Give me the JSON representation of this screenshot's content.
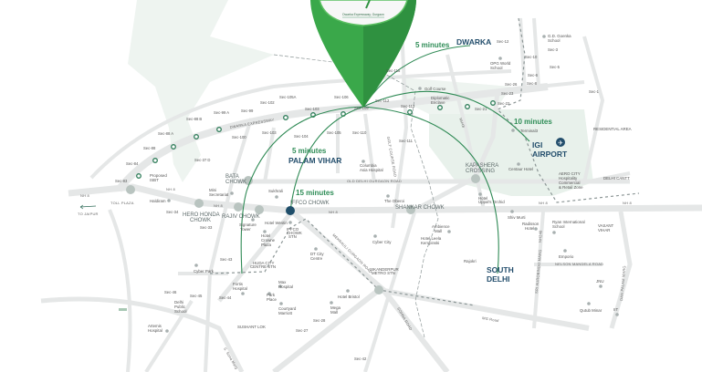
{
  "pin": {
    "caption": "Dwarka Expressway, Gurgaon"
  },
  "destinations": {
    "dwarka": {
      "time": "5 minutes",
      "name": "DWARKA"
    },
    "airport": {
      "time": "10 minutes",
      "name_line1": "IGI",
      "name_line2": "AIRPORT"
    },
    "palam_vihar": {
      "time": "5 minutes",
      "name": "PALAM VIHAR"
    },
    "iffco": {
      "time": "15 minutes",
      "name": "IFFCO CHOWK"
    },
    "south_delhi": {
      "name_line1": "SOUTH",
      "name_line2": "DELHI"
    }
  },
  "roads": {
    "dwarka_expressway": "DWARKA EXPRESSWAY",
    "nh8_a": "NH 8",
    "nh8_b": "NH 8",
    "nh8_c": "NH 8",
    "nh8_d": "NH 8",
    "nh8_e": "NH 8",
    "nh8_f": "NH 8",
    "old_delhi_gurgaon": "OLD DELHI GURGAON ROAD",
    "mg_road": "MG Road",
    "nelson_mandela": "NELSON MANDELA ROAD",
    "mehrauli_gurgaon": "MEHRAULI GURGAON ROAD",
    "golf_course": "GOLF COURSE ROAD",
    "sohna": "SOHNA ROAD",
    "nh48": "NH48",
    "nh248": "NH248",
    "aurobindo": "SRI AUROBINDO MARG",
    "palam_marg": "DAN PALAM MARG",
    "s_sona": "S. Sona Marg",
    "to_jaipur": "TO JAIPUR",
    "toll_plaza": "TOLL PLAZA"
  },
  "chowks": {
    "bata": [
      "BATA",
      "CHOWK"
    ],
    "hero_honda": [
      "HERO HONDA",
      "CHOWK"
    ],
    "rajiv": "RAJIV CHOWK",
    "shankar": "SHANKAR CHOWK",
    "kapashera": [
      "KAPASHERA",
      "CROSSING"
    ]
  },
  "sectors": [
    "Sec-12",
    "Sec-3",
    "Sec-10",
    "Sec-5",
    "Sec-6",
    "Sec-26",
    "Sec-8",
    "Sec-23",
    "Sec-22",
    "Sec-21",
    "Sec-1",
    "Sec-105A",
    "Sec-102",
    "Sec-99",
    "Sec-99 A",
    "Sec-88 B",
    "Sec-88 A",
    "Sec-88",
    "Sec-84",
    "Sec-83",
    "Sec-37 D",
    "Sec-100",
    "Sec-103",
    "Sec-106",
    "Sec-103",
    "Sec-109",
    "Sec-112",
    "Sec-113",
    "Sec-115",
    "Sec-104",
    "Sec-105",
    "Sec-110",
    "Sec-111",
    "Sec-34",
    "Sec-33",
    "Sec-43",
    "Sec-44",
    "Sec-45",
    "Sec-46",
    "Sec-28",
    "Sec-27",
    "Sec-42"
  ],
  "places": [
    "Proposed",
    "ISBT",
    "Haldiram",
    "Mini",
    "Secretariat",
    "Sukhrali",
    "Hotel Westin",
    "IFFCO",
    "CHOWK",
    "STN",
    "Hotel",
    "Crowne",
    "Plaza",
    "Signature",
    "Tower",
    "HUDA CITY",
    "CENTRE STN",
    "DT City",
    "Centre",
    "Cyber City",
    "The Oberoi",
    "Columbia",
    "Asia Hospital",
    "Golf Course",
    "Diplomatic",
    "Enclave",
    "OPG World",
    "School",
    "G.D. Goenka",
    "School",
    "Terminal3",
    "Centaur Hotel",
    "Hotel",
    "Uppal's Orchid",
    "Ambience",
    "Mall",
    "Hotel Leela",
    "Kempinski",
    "Rajokri",
    "Shiv Murti",
    "Radisson",
    "Hotel",
    "Ryan International",
    "School",
    "Emporio",
    "JNU",
    "Qutub Minar",
    "IIT",
    "VASANT",
    "VIHAR",
    "Cyber Park",
    "Fortis",
    "Hospital",
    "Max",
    "Hospital",
    "Park",
    "Place",
    "Courtyard",
    "Marriott",
    "Hotel Bristol",
    "Mega",
    "Mall",
    "SIKANDERPUR",
    "METRO STN",
    "Delhi",
    "Public",
    "School",
    "Artemis",
    "Hospital",
    "SUSHANT LOK",
    "RESIDENTIAL AREA",
    "DELHI CANTT",
    "AERO CITY",
    "Hospitality",
    "Commercial",
    "& Retail Zone"
  ],
  "colors": {
    "pin_green": "#3aa84a",
    "route_green": "#2f8a55",
    "label_blue": "#234e6c",
    "road": "#e5e7e7",
    "green_zone": "#e8f1eb",
    "iffco_marker": "#1f4e6a"
  }
}
